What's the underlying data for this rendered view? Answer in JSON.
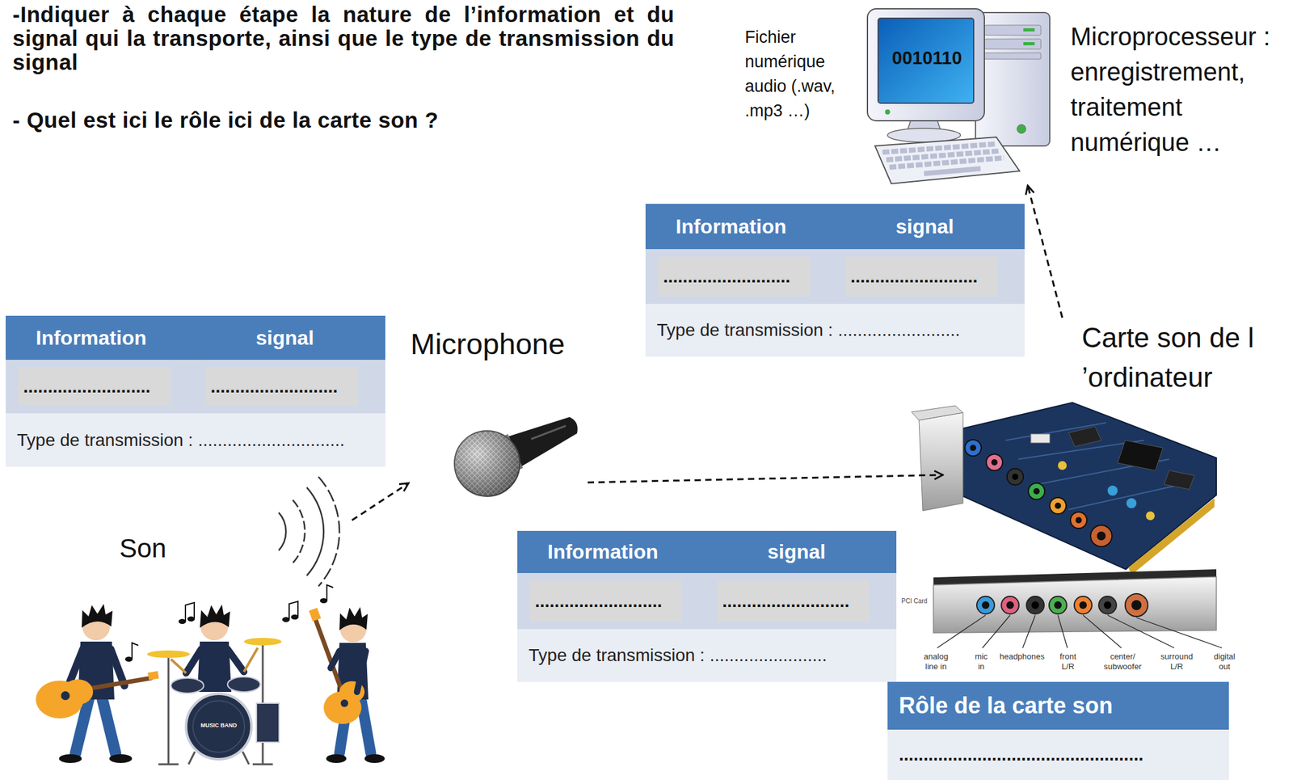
{
  "diagram": {
    "nodes": [
      {
        "text": [
          "Son"
        ]
      },
      {
        "text": [
          "Information",
          "signal",
          "..........................",
          "..........................",
          "Type de transmission : .............................."
        ]
      },
      {
        "text": [
          "Microphone"
        ]
      },
      {
        "text": [
          "Information",
          "signal",
          "..........................",
          "..........................",
          "Type de transmission : ........................"
        ]
      },
      {
        "text": [
          "Carte son de l ’ordinateur"
        ]
      },
      {
        "text": [
          "Rôle de la carte son",
          ".................................................."
        ]
      },
      {
        "text": [
          "Information",
          "signal",
          "..........................",
          "..........................",
          "Type de transmission : ........................."
        ]
      },
      {
        "text": [
          "0010110"
        ]
      }
    ],
    "edges": [
      {
        "from": 0,
        "to": 2,
        "arrow": "to"
      },
      {
        "from": 2,
        "to": 4,
        "arrow": "to"
      },
      {
        "from": 4,
        "to": 7,
        "arrow": "to"
      }
    ],
    "labels": [
      "-Indiquer à chaque étape la nature de l’information et du signal qui la transporte, ainsi que le type de transmission du signal",
      "- Quel est ici le rôle ici de la carte son ?",
      "Fichier numérique audio (.wav, .mp3 …)",
      "Microprocesseur : enregistrement, traitement numérique …",
      "MUSIC BAND",
      "PCI Card",
      "analog line in",
      "mic in",
      "headphones",
      "front L/R",
      "center/ subwoofer",
      "surround L/R",
      "digital out"
    ]
  }
}
